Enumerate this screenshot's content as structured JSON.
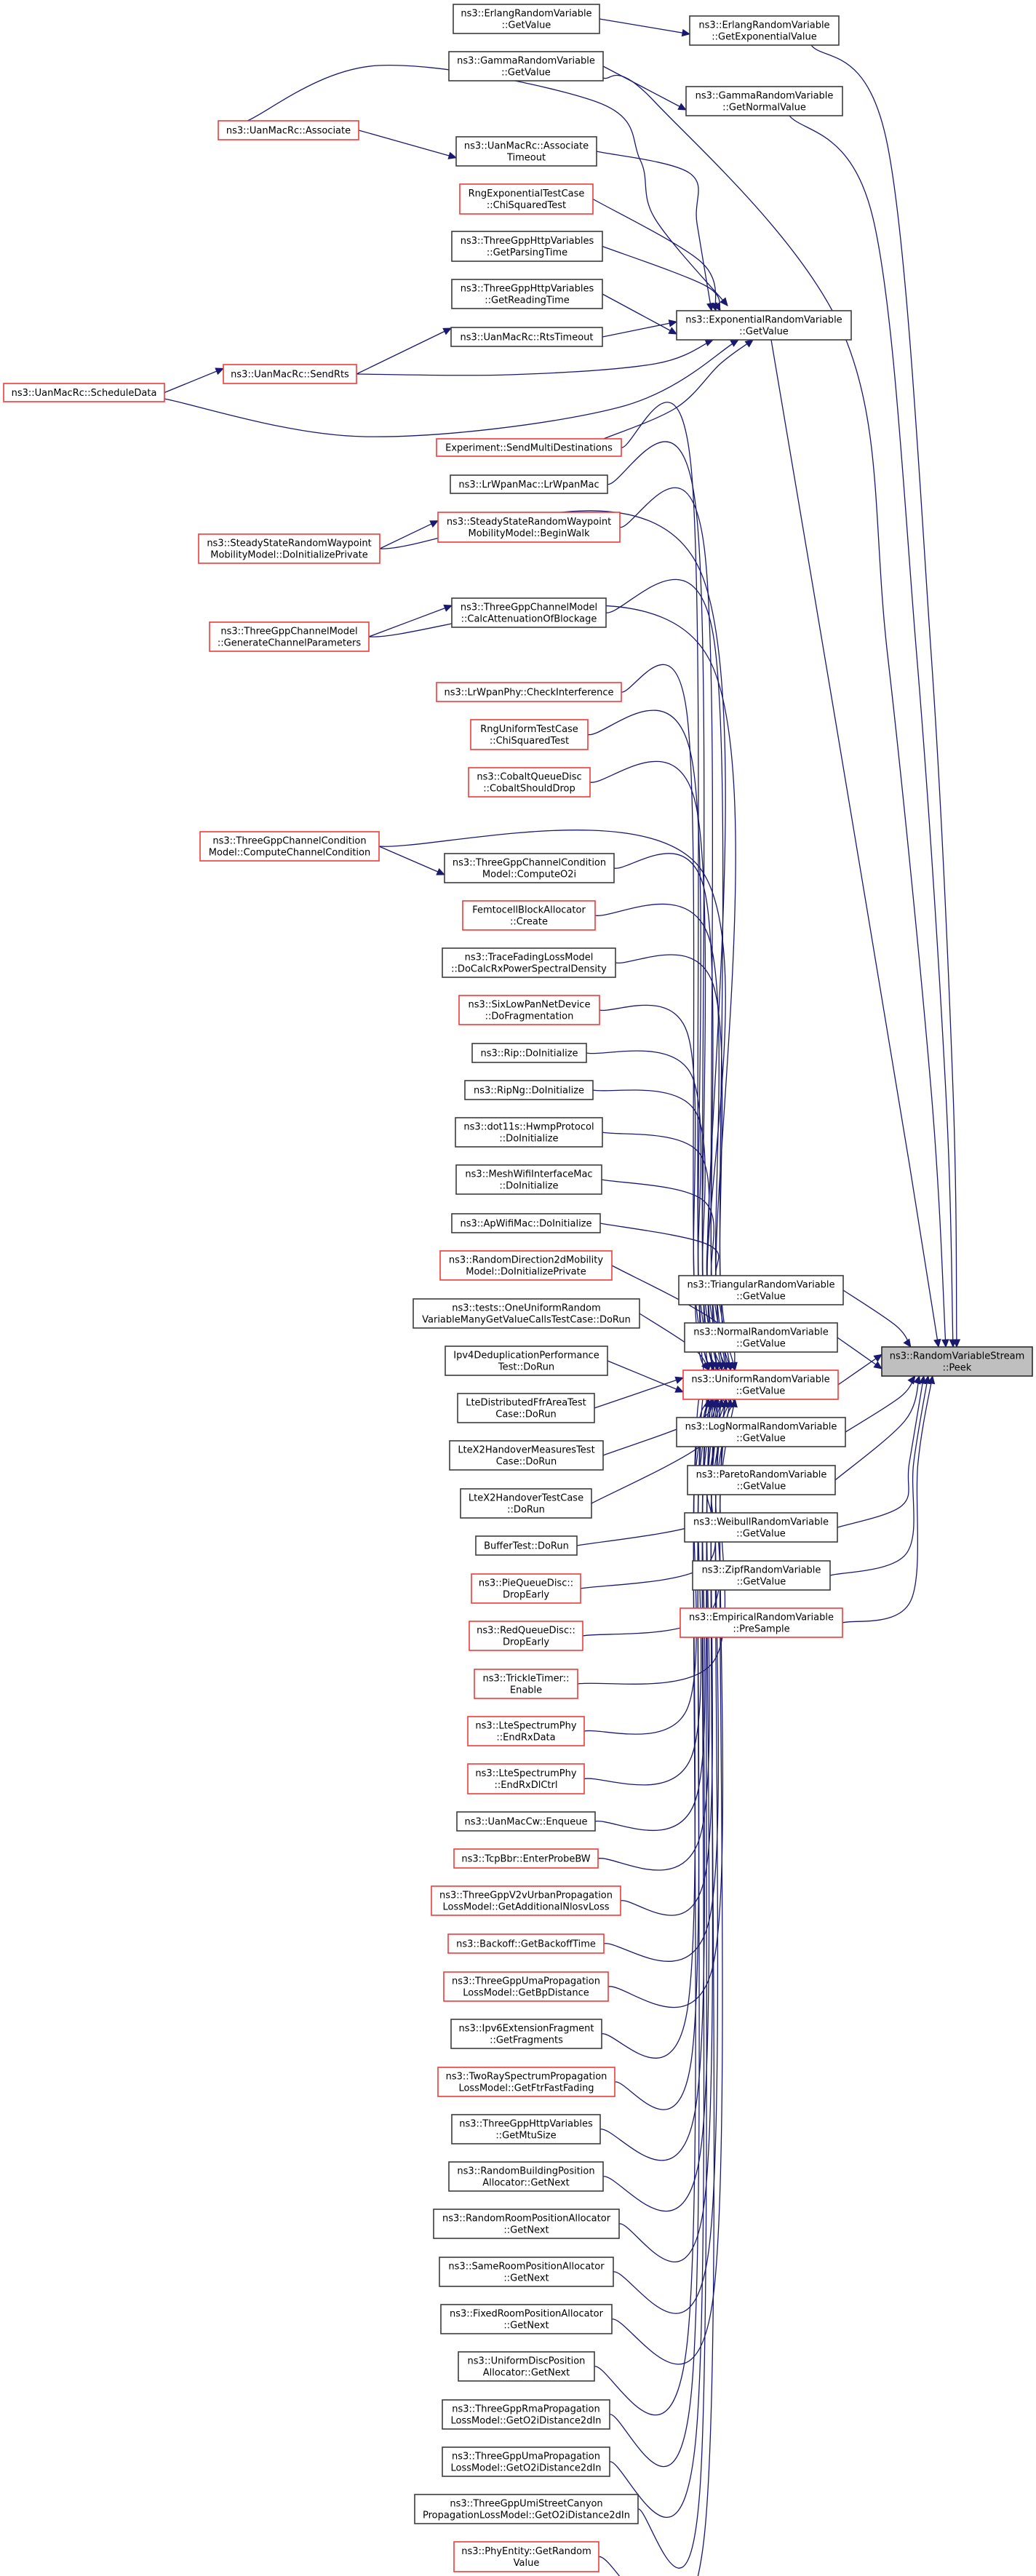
{
  "title": "ns3::RandomVariableStream::Peek caller graph",
  "colors": {
    "edge": "#191970",
    "node_border": "#3c3c3c",
    "node_border_undocumented": "#f23a3a",
    "focus_fill": "#bfbfbf"
  },
  "nodes": [
    {
      "id": "peek",
      "lines": [
        "ns3::RandomVariableStream",
        "::Peek"
      ],
      "style": "focus"
    },
    {
      "id": "erlang_getexp",
      "lines": [
        "ns3::ErlangRandomVariable",
        "::GetExponentialValue"
      ],
      "style": "black"
    },
    {
      "id": "gamma_getnormal",
      "lines": [
        "ns3::GammaRandomVariable",
        "::GetNormalValue"
      ],
      "style": "black"
    },
    {
      "id": "exp_getvalue",
      "lines": [
        "ns3::ExponentialRandomVariable",
        "::GetValue"
      ],
      "style": "black"
    },
    {
      "id": "tri_getvalue",
      "lines": [
        "ns3::TriangularRandomVariable",
        "::GetValue"
      ],
      "style": "black"
    },
    {
      "id": "normal_getvalue",
      "lines": [
        "ns3::NormalRandomVariable",
        "::GetValue"
      ],
      "style": "black"
    },
    {
      "id": "uniform_getvalue",
      "lines": [
        "ns3::UniformRandomVariable",
        "::GetValue"
      ],
      "style": "red"
    },
    {
      "id": "lognormal_getvalue",
      "lines": [
        "ns3::LogNormalRandomVariable",
        "::GetValue"
      ],
      "style": "black"
    },
    {
      "id": "pareto_getvalue",
      "lines": [
        "ns3::ParetoRandomVariable",
        "::GetValue"
      ],
      "style": "black"
    },
    {
      "id": "weibull_getvalue",
      "lines": [
        "ns3::WeibullRandomVariable",
        "::GetValue"
      ],
      "style": "black"
    },
    {
      "id": "zipf_getvalue",
      "lines": [
        "ns3::ZipfRandomVariable",
        "::GetValue"
      ],
      "style": "black"
    },
    {
      "id": "empirical_presample",
      "lines": [
        "ns3::EmpiricalRandomVariable",
        "::PreSample"
      ],
      "style": "red"
    },
    {
      "id": "erlang_getvalue",
      "lines": [
        "ns3::ErlangRandomVariable",
        "::GetValue"
      ],
      "style": "black"
    },
    {
      "id": "gamma_getvalue",
      "lines": [
        "ns3::GammaRandomVariable",
        "::GetValue"
      ],
      "style": "black"
    },
    {
      "id": "uan_associate_timeout",
      "lines": [
        "ns3::UanMacRc::Associate",
        "Timeout"
      ],
      "style": "black"
    },
    {
      "id": "rng_exp_chisq",
      "lines": [
        "RngExponentialTestCase",
        "::ChiSquaredTest"
      ],
      "style": "red"
    },
    {
      "id": "http_parsing",
      "lines": [
        "ns3::ThreeGppHttpVariables",
        "::GetParsingTime"
      ],
      "style": "black"
    },
    {
      "id": "http_reading",
      "lines": [
        "ns3::ThreeGppHttpVariables",
        "::GetReadingTime"
      ],
      "style": "black"
    },
    {
      "id": "uan_rtstimeout",
      "lines": [
        "ns3::UanMacRc::RtsTimeout"
      ],
      "style": "black"
    },
    {
      "id": "experiment_send",
      "lines": [
        "Experiment::SendMultiDestinations"
      ],
      "style": "red"
    },
    {
      "id": "lrwpanmac",
      "lines": [
        "ns3::LrWpanMac::LrWpanMac"
      ],
      "style": "black"
    },
    {
      "id": "ssrwp_beginwalk",
      "lines": [
        "ns3::SteadyStateRandomWaypoint",
        "MobilityModel::BeginWalk"
      ],
      "style": "red"
    },
    {
      "id": "tgpp_calcatt",
      "lines": [
        "ns3::ThreeGppChannelModel",
        "::CalcAttenuationOfBlockage"
      ],
      "style": "black"
    },
    {
      "id": "lrwpanphy_check",
      "lines": [
        "ns3::LrWpanPhy::CheckInterference"
      ],
      "style": "red"
    },
    {
      "id": "rng_uniform_chisq",
      "lines": [
        "RngUniformTestCase",
        "::ChiSquaredTest"
      ],
      "style": "red"
    },
    {
      "id": "cobalt",
      "lines": [
        "ns3::CobaltQueueDisc",
        "::CobaltShouldDrop"
      ],
      "style": "red"
    },
    {
      "id": "tgpp_computeo2i",
      "lines": [
        "ns3::ThreeGppChannelCondition",
        "Model::ComputeO2i"
      ],
      "style": "black"
    },
    {
      "id": "femtocell",
      "lines": [
        "FemtocellBlockAllocator",
        "::Create"
      ],
      "style": "red"
    },
    {
      "id": "tracefading",
      "lines": [
        "ns3::TraceFadingLossModel",
        "::DoCalcRxPowerSpectralDensity"
      ],
      "style": "black"
    },
    {
      "id": "sixlowpan",
      "lines": [
        "ns3::SixLowPanNetDevice",
        "::DoFragmentation"
      ],
      "style": "red"
    },
    {
      "id": "rip",
      "lines": [
        "ns3::Rip::DoInitialize"
      ],
      "style": "black"
    },
    {
      "id": "ripng",
      "lines": [
        "ns3::RipNg::DoInitialize"
      ],
      "style": "black"
    },
    {
      "id": "hwmp",
      "lines": [
        "ns3::dot11s::HwmpProtocol",
        "::DoInitialize"
      ],
      "style": "black"
    },
    {
      "id": "meshwifi",
      "lines": [
        "ns3::MeshWifiInterfaceMac",
        "::DoInitialize"
      ],
      "style": "black"
    },
    {
      "id": "apwifi",
      "lines": [
        "ns3::ApWifiMac::DoInitialize"
      ],
      "style": "black"
    },
    {
      "id": "randdir2d",
      "lines": [
        "ns3::RandomDirection2dMobility",
        "Model::DoInitializePrivate"
      ],
      "style": "red"
    },
    {
      "id": "oneuniform",
      "lines": [
        "ns3::tests::OneUniformRandom",
        "VariableManyGetValueCallsTestCase::DoRun"
      ],
      "style": "black"
    },
    {
      "id": "ipv4dedup",
      "lines": [
        "Ipv4DeduplicationPerformance",
        "Test::DoRun"
      ],
      "style": "black"
    },
    {
      "id": "ltedistffr",
      "lines": [
        "LteDistributedFfrAreaTest",
        "Case::DoRun"
      ],
      "style": "black"
    },
    {
      "id": "ltex2measures",
      "lines": [
        "LteX2HandoverMeasuresTest",
        "Case::DoRun"
      ],
      "style": "black"
    },
    {
      "id": "ltex2handover",
      "lines": [
        "LteX2HandoverTestCase",
        "::DoRun"
      ],
      "style": "black"
    },
    {
      "id": "buffertest",
      "lines": [
        "BufferTest::DoRun"
      ],
      "style": "black"
    },
    {
      "id": "pie",
      "lines": [
        "ns3::PieQueueDisc::",
        "DropEarly"
      ],
      "style": "red"
    },
    {
      "id": "red",
      "lines": [
        "ns3::RedQueueDisc::",
        "DropEarly"
      ],
      "style": "red"
    },
    {
      "id": "trickle",
      "lines": [
        "ns3::TrickleTimer::",
        "Enable"
      ],
      "style": "red"
    },
    {
      "id": "lte_endrxdata",
      "lines": [
        "ns3::LteSpectrumPhy",
        "::EndRxData"
      ],
      "style": "red"
    },
    {
      "id": "lte_endrxdlctrl",
      "lines": [
        "ns3::LteSpectrumPhy",
        "::EndRxDlCtrl"
      ],
      "style": "red"
    },
    {
      "id": "uanmaccw",
      "lines": [
        "ns3::UanMacCw::Enqueue"
      ],
      "style": "black"
    },
    {
      "id": "tcpbbr",
      "lines": [
        "ns3::TcpBbr::EnterProbeBW"
      ],
      "style": "red"
    },
    {
      "id": "v2vurban",
      "lines": [
        "ns3::ThreeGppV2vUrbanPropagation",
        "LossModel::GetAdditionalNlosvLoss"
      ],
      "style": "red"
    },
    {
      "id": "backoff",
      "lines": [
        "ns3::Backoff::GetBackoffTime"
      ],
      "style": "red"
    },
    {
      "id": "uma_bp",
      "lines": [
        "ns3::ThreeGppUmaPropagation",
        "LossModel::GetBpDistance"
      ],
      "style": "red"
    },
    {
      "id": "ipv6frag",
      "lines": [
        "ns3::Ipv6ExtensionFragment",
        "::GetFragments"
      ],
      "style": "black"
    },
    {
      "id": "tworay",
      "lines": [
        "ns3::TwoRaySpectrumPropagation",
        "LossModel::GetFtrFastFading"
      ],
      "style": "red"
    },
    {
      "id": "http_mtu",
      "lines": [
        "ns3::ThreeGppHttpVariables",
        "::GetMtuSize"
      ],
      "style": "black"
    },
    {
      "id": "randbuilding",
      "lines": [
        "ns3::RandomBuildingPosition",
        "Allocator::GetNext"
      ],
      "style": "black"
    },
    {
      "id": "randroom",
      "lines": [
        "ns3::RandomRoomPositionAllocator",
        "::GetNext"
      ],
      "style": "black"
    },
    {
      "id": "sameroom",
      "lines": [
        "ns3::SameRoomPositionAllocator",
        "::GetNext"
      ],
      "style": "black"
    },
    {
      "id": "fixedroom",
      "lines": [
        "ns3::FixedRoomPositionAllocator",
        "::GetNext"
      ],
      "style": "black"
    },
    {
      "id": "uniformdisc",
      "lines": [
        "ns3::UniformDiscPosition",
        "Allocator::GetNext"
      ],
      "style": "black"
    },
    {
      "id": "rma_o2i",
      "lines": [
        "ns3::ThreeGppRmaPropagation",
        "LossModel::GetO2iDistance2dIn"
      ],
      "style": "black"
    },
    {
      "id": "uma_o2i",
      "lines": [
        "ns3::ThreeGppUmaPropagation",
        "LossModel::GetO2iDistance2dIn"
      ],
      "style": "black"
    },
    {
      "id": "umi_o2i",
      "lines": [
        "ns3::ThreeGppUmiStreetCanyon",
        "PropagationLossModel::GetO2iDistance2dIn"
      ],
      "style": "black"
    },
    {
      "id": "phyentity",
      "lines": [
        "ns3::PhyEntity::GetRandom",
        "Value"
      ],
      "style": "red"
    },
    {
      "id": "uan_associate",
      "lines": [
        "ns3::UanMacRc::Associate"
      ],
      "style": "red"
    },
    {
      "id": "uan_sendrts",
      "lines": [
        "ns3::UanMacRc::SendRts"
      ],
      "style": "red"
    },
    {
      "id": "uan_scheduledata",
      "lines": [
        "ns3::UanMacRc::ScheduleData"
      ],
      "style": "red"
    },
    {
      "id": "ssrwp_doinit",
      "lines": [
        "ns3::SteadyStateRandomWaypoint",
        "MobilityModel::DoInitializePrivate"
      ],
      "style": "red"
    },
    {
      "id": "tgpp_genparams",
      "lines": [
        "ns3::ThreeGppChannelModel",
        "::GenerateChannelParameters"
      ],
      "style": "red"
    },
    {
      "id": "tgpp_computecc",
      "lines": [
        "ns3::ThreeGppChannelCondition",
        "Model::ComputeChannelCondition"
      ],
      "style": "red"
    }
  ],
  "edges": [
    {
      "from": "erlang_getexp",
      "to": "peek"
    },
    {
      "from": "gamma_getnormal",
      "to": "peek"
    },
    {
      "from": "gamma_getvalue",
      "to": "peek"
    },
    {
      "from": "exp_getvalue",
      "to": "peek"
    },
    {
      "from": "tri_getvalue",
      "to": "peek"
    },
    {
      "from": "normal_getvalue",
      "to": "peek"
    },
    {
      "from": "uniform_getvalue",
      "to": "peek"
    },
    {
      "from": "lognormal_getvalue",
      "to": "peek"
    },
    {
      "from": "pareto_getvalue",
      "to": "peek"
    },
    {
      "from": "weibull_getvalue",
      "to": "peek"
    },
    {
      "from": "zipf_getvalue",
      "to": "peek"
    },
    {
      "from": "empirical_presample",
      "to": "peek"
    },
    {
      "from": "erlang_getvalue",
      "to": "erlang_getexp"
    },
    {
      "from": "gamma_getvalue",
      "to": "gamma_getnormal"
    },
    {
      "from": "uan_associate",
      "to": "uan_associate_timeout"
    },
    {
      "from": "uan_associate",
      "to": "exp_getvalue"
    },
    {
      "from": "uan_associate_timeout",
      "to": "exp_getvalue"
    },
    {
      "from": "rng_exp_chisq",
      "to": "exp_getvalue"
    },
    {
      "from": "http_parsing",
      "to": "exp_getvalue"
    },
    {
      "from": "http_reading",
      "to": "exp_getvalue"
    },
    {
      "from": "uan_rtstimeout",
      "to": "exp_getvalue"
    },
    {
      "from": "uan_sendrts",
      "to": "uan_rtstimeout"
    },
    {
      "from": "uan_sendrts",
      "to": "exp_getvalue"
    },
    {
      "from": "uan_scheduledata",
      "to": "uan_sendrts"
    },
    {
      "from": "uan_scheduledata",
      "to": "exp_getvalue"
    },
    {
      "from": "experiment_send",
      "to": "exp_getvalue"
    },
    {
      "from": "experiment_send",
      "to": "uniform_getvalue"
    },
    {
      "from": "lrwpanmac",
      "to": "uniform_getvalue"
    },
    {
      "from": "ssrwp_doinit",
      "to": "ssrwp_beginwalk"
    },
    {
      "from": "ssrwp_doinit",
      "to": "uniform_getvalue"
    },
    {
      "from": "ssrwp_beginwalk",
      "to": "uniform_getvalue"
    },
    {
      "from": "tgpp_genparams",
      "to": "tgpp_calcatt"
    },
    {
      "from": "tgpp_genparams",
      "to": "uniform_getvalue"
    },
    {
      "from": "tgpp_calcatt",
      "to": "uniform_getvalue"
    },
    {
      "from": "lrwpanphy_check",
      "to": "uniform_getvalue"
    },
    {
      "from": "rng_uniform_chisq",
      "to": "uniform_getvalue"
    },
    {
      "from": "cobalt",
      "to": "uniform_getvalue"
    },
    {
      "from": "tgpp_computecc",
      "to": "tgpp_computeo2i"
    },
    {
      "from": "tgpp_computecc",
      "to": "uniform_getvalue"
    },
    {
      "from": "tgpp_computeo2i",
      "to": "uniform_getvalue"
    },
    {
      "from": "femtocell",
      "to": "uniform_getvalue"
    },
    {
      "from": "tracefading",
      "to": "uniform_getvalue"
    },
    {
      "from": "sixlowpan",
      "to": "uniform_getvalue"
    },
    {
      "from": "rip",
      "to": "uniform_getvalue"
    },
    {
      "from": "ripng",
      "to": "uniform_getvalue"
    },
    {
      "from": "hwmp",
      "to": "uniform_getvalue"
    },
    {
      "from": "meshwifi",
      "to": "uniform_getvalue"
    },
    {
      "from": "apwifi",
      "to": "uniform_getvalue"
    },
    {
      "from": "randdir2d",
      "to": "uniform_getvalue"
    },
    {
      "from": "oneuniform",
      "to": "uniform_getvalue"
    },
    {
      "from": "ipv4dedup",
      "to": "uniform_getvalue"
    },
    {
      "from": "ltedistffr",
      "to": "uniform_getvalue"
    },
    {
      "from": "ltex2measures",
      "to": "uniform_getvalue"
    },
    {
      "from": "ltex2handover",
      "to": "uniform_getvalue"
    },
    {
      "from": "buffertest",
      "to": "uniform_getvalue"
    },
    {
      "from": "pie",
      "to": "uniform_getvalue"
    },
    {
      "from": "red",
      "to": "uniform_getvalue"
    },
    {
      "from": "trickle",
      "to": "uniform_getvalue"
    },
    {
      "from": "lte_endrxdata",
      "to": "uniform_getvalue"
    },
    {
      "from": "lte_endrxdlctrl",
      "to": "uniform_getvalue"
    },
    {
      "from": "uanmaccw",
      "to": "uniform_getvalue"
    },
    {
      "from": "tcpbbr",
      "to": "uniform_getvalue"
    },
    {
      "from": "v2vurban",
      "to": "uniform_getvalue"
    },
    {
      "from": "backoff",
      "to": "uniform_getvalue"
    },
    {
      "from": "uma_bp",
      "to": "uniform_getvalue"
    },
    {
      "from": "ipv6frag",
      "to": "uniform_getvalue"
    },
    {
      "from": "tworay",
      "to": "uniform_getvalue"
    },
    {
      "from": "http_mtu",
      "to": "uniform_getvalue"
    },
    {
      "from": "randbuilding",
      "to": "uniform_getvalue"
    },
    {
      "from": "randroom",
      "to": "uniform_getvalue"
    },
    {
      "from": "sameroom",
      "to": "uniform_getvalue"
    },
    {
      "from": "fixedroom",
      "to": "uniform_getvalue"
    },
    {
      "from": "uniformdisc",
      "to": "uniform_getvalue"
    },
    {
      "from": "rma_o2i",
      "to": "uniform_getvalue"
    },
    {
      "from": "uma_o2i",
      "to": "uniform_getvalue"
    },
    {
      "from": "umi_o2i",
      "to": "uniform_getvalue"
    },
    {
      "from": "phyentity",
      "to": "uniform_getvalue"
    }
  ]
}
